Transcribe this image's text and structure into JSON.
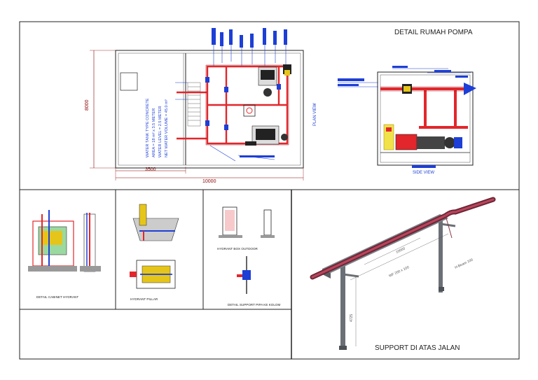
{
  "sheet": {
    "title_top": "DETAIL RUMAH POMPA",
    "title_bottom": "SUPPORT DI ATAS JALAN"
  },
  "plan": {
    "dim_height": "8000",
    "dim_total_width": "10000",
    "dim_left_width": "3500",
    "plan_view_label": "PLAN VIEW",
    "tank_notes": [
      "WATER TANK TYPE CONCRETE",
      "AREA = 18 m²  x 3.5 METER",
      "WATER LEVEL = 2.5 METER",
      "NET WATER VOLUME = 45.0 m³"
    ]
  },
  "side": {
    "label": "SIDE VIEW"
  },
  "details": {
    "detail_cabinet": "DETAIL CABINET HYDRANT",
    "hydrant_pillar": "HYDRANT PILLAR",
    "hydrant_box": "HYDRANT BOX OUTDOOR",
    "support_detail": "DETAIL SUPPORT PIPA KE KOLOM"
  },
  "support3d": {
    "dim_length": "10000",
    "dim_height": "4725",
    "beam_label": "WF 200 x 100",
    "column_label": "H-Beam 100"
  }
}
